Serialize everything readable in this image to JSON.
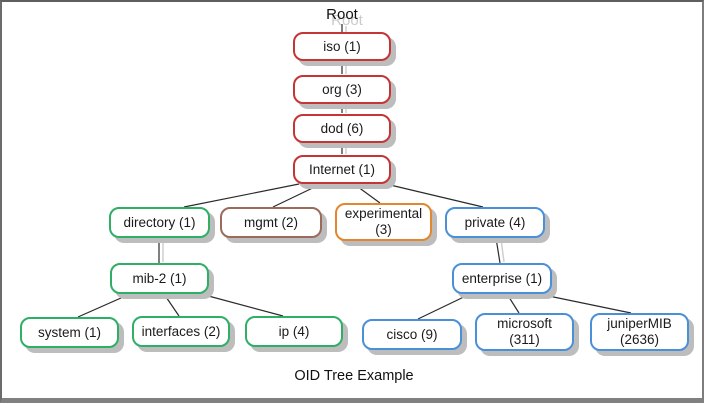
{
  "diagram": {
    "title_label": "Root",
    "caption": "OID Tree Example",
    "colors": {
      "red_chain": "#c43535",
      "brown_mgmt": "#9c6a5d",
      "green_branch": "#2fae66",
      "orange_branch": "#e2862f",
      "blue_branch": "#4a90d9",
      "box_shadow": "#bdbdbd",
      "connector": "#2b2b2b",
      "connector_shadow": "#cfcfcf",
      "frame_border": "#808080"
    },
    "nodes": {
      "iso": {
        "label": "iso (1)",
        "color": "red"
      },
      "org": {
        "label": "org (3)",
        "color": "red"
      },
      "dod": {
        "label": "dod (6)",
        "color": "red"
      },
      "internet": {
        "label": "Internet (1)",
        "color": "red"
      },
      "directory": {
        "label": "directory (1)",
        "color": "green"
      },
      "mgmt": {
        "label": "mgmt (2)",
        "color": "brown"
      },
      "experimental": {
        "label": "experimental (3)",
        "color": "orange"
      },
      "private": {
        "label": "private (4)",
        "color": "blue"
      },
      "mib2": {
        "label": "mib-2 (1)",
        "color": "green"
      },
      "system": {
        "label": "system (1)",
        "color": "green"
      },
      "interfaces": {
        "label": "interfaces (2)",
        "color": "green"
      },
      "ip": {
        "label": "ip (4)",
        "color": "green"
      },
      "enterprise": {
        "label": "enterprise (1)",
        "color": "blue"
      },
      "cisco": {
        "label": "cisco (9)",
        "color": "blue"
      },
      "microsoft": {
        "label": "microsoft (311)",
        "color": "blue"
      },
      "juniper": {
        "label": "juniperMIB (2636)",
        "color": "blue"
      }
    },
    "edges": [
      "Root-iso",
      "iso-org",
      "org-dod",
      "dod-Internet",
      "Internet-directory",
      "Internet-mgmt",
      "Internet-experimental",
      "Internet-private",
      "directory-mib2",
      "mib2-system",
      "mib2-interfaces",
      "mib2-ip",
      "private-enterprise",
      "enterprise-cisco",
      "enterprise-microsoft",
      "enterprise-juniperMIB"
    ]
  }
}
